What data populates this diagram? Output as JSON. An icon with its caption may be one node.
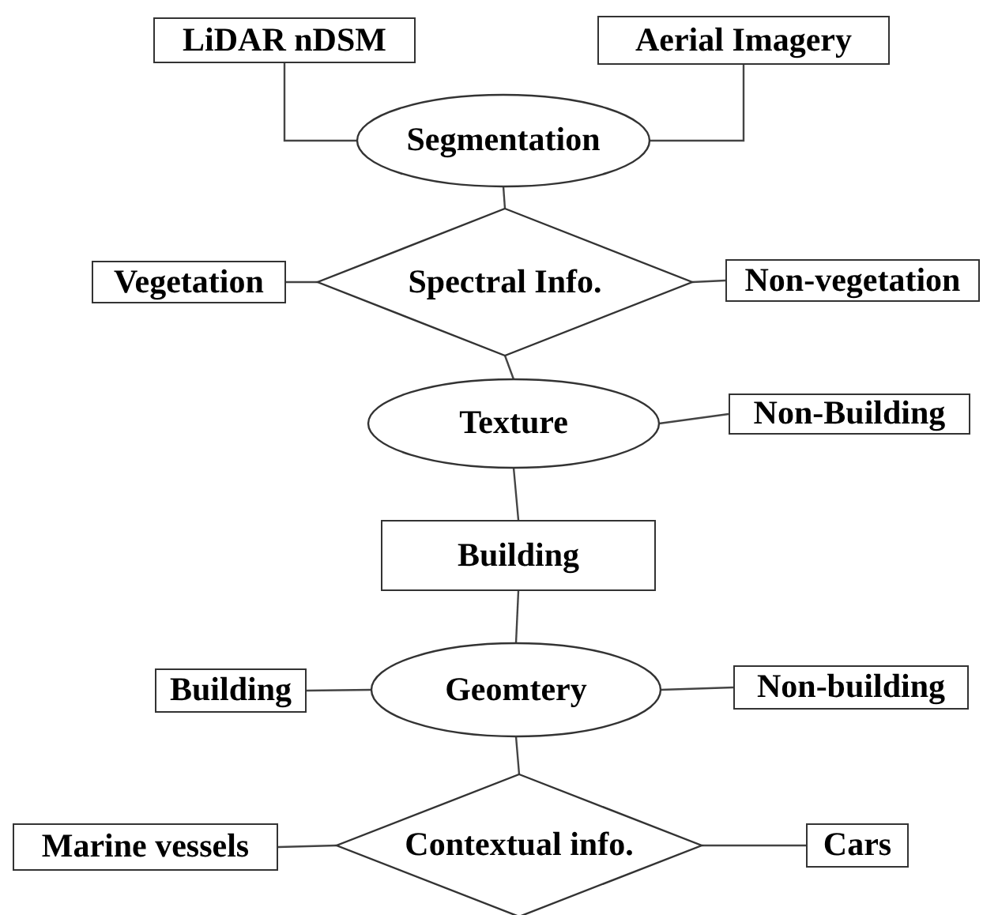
{
  "diagram": {
    "nodes": [
      {
        "text": [
          "LiDAR nDSM"
        ]
      },
      {
        "text": [
          "Aerial Imagery"
        ]
      },
      {
        "text": [
          "Segmentation"
        ]
      },
      {
        "text": [
          "Spectral Info."
        ]
      },
      {
        "text": [
          "Vegetation"
        ]
      },
      {
        "text": [
          "Non-vegetation"
        ]
      },
      {
        "text": [
          "Texture"
        ]
      },
      {
        "text": [
          "Non-Building"
        ]
      },
      {
        "text": [
          "Building"
        ]
      },
      {
        "text": [
          "Geomtery"
        ]
      },
      {
        "text": [
          "Building"
        ]
      },
      {
        "text": [
          "Non-building"
        ]
      },
      {
        "text": [
          "Contextual info."
        ]
      },
      {
        "text": [
          "Marine vessels"
        ]
      },
      {
        "text": [
          "Cars"
        ]
      }
    ],
    "edges": [
      {
        "from": 0,
        "to": 2,
        "arrow": "none"
      },
      {
        "from": 1,
        "to": 2,
        "arrow": "none"
      },
      {
        "from": 2,
        "to": 3,
        "arrow": "none"
      },
      {
        "from": 3,
        "to": 4,
        "arrow": "none"
      },
      {
        "from": 3,
        "to": 5,
        "arrow": "none"
      },
      {
        "from": 3,
        "to": 6,
        "arrow": "none"
      },
      {
        "from": 6,
        "to": 7,
        "arrow": "none"
      },
      {
        "from": 6,
        "to": 8,
        "arrow": "none"
      },
      {
        "from": 8,
        "to": 9,
        "arrow": "none"
      },
      {
        "from": 9,
        "to": 10,
        "arrow": "none"
      },
      {
        "from": 9,
        "to": 11,
        "arrow": "none"
      },
      {
        "from": 9,
        "to": 12,
        "arrow": "none"
      },
      {
        "from": 12,
        "to": 13,
        "arrow": "none"
      },
      {
        "from": 12,
        "to": 14,
        "arrow": "none"
      }
    ]
  }
}
